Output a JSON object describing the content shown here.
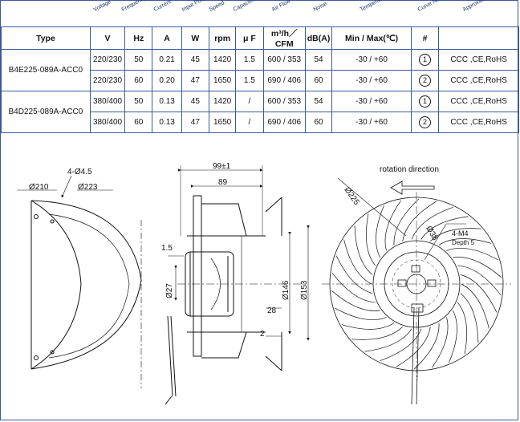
{
  "header": {
    "rotated": [
      "Voltage",
      "Frequency",
      "Current",
      "Input Power",
      "Speed",
      "Capacitor",
      "Air Flow",
      "Noise",
      "Temperature",
      "Curve No.",
      "Approvals"
    ],
    "units": [
      "Type",
      "V",
      "Hz",
      "A",
      "W",
      "rpm",
      "μ F",
      "m³/h／CFM",
      "dB(A)",
      "Min / Max(℃)",
      "#"
    ]
  },
  "rows": [
    {
      "type": "B4E225-089A-ACC0",
      "v": "220/230",
      "hz": "50",
      "a": "0.21",
      "w": "45",
      "rpm": "1420",
      "cap": "1.5",
      "air": "600 / 353",
      "db": "54",
      "temp": "-30 / +60",
      "curve": "1",
      "approvals": "CCC ,CE,RoHS"
    },
    {
      "type": "",
      "v": "220/230",
      "hz": "60",
      "a": "0.20",
      "w": "47",
      "rpm": "1650",
      "cap": "1.5",
      "air": "690 / 406",
      "db": "60",
      "temp": "-30 / +60",
      "curve": "2",
      "approvals": "CCC ,CE,RoHS"
    },
    {
      "type": "B4D225-089A-ACC0",
      "v": "380/400",
      "hz": "50",
      "a": "0.13",
      "w": "45",
      "rpm": "1420",
      "cap": "/",
      "air": "600 / 353",
      "db": "54",
      "temp": "-30 / +60",
      "curve": "1",
      "approvals": "CCC ,CE,RoHS"
    },
    {
      "type": "",
      "v": "380/400",
      "hz": "60",
      "a": "0.13",
      "w": "47",
      "rpm": "1650",
      "cap": "/",
      "air": "690 / 406",
      "db": "60",
      "temp": "-30 / +60",
      "curve": "2",
      "approvals": "CCC ,CE,RoHS"
    }
  ],
  "drawing": {
    "d210": "Ø210",
    "holes": "4-Ø4.5",
    "d223": "Ø223",
    "w99": "99±1",
    "w89": "89",
    "t15": "1.5",
    "d27": "Ø27",
    "d146": "Ø146",
    "d153": "Ø153",
    "l28": "28",
    "l2": "2",
    "rotation": "rotation direction",
    "d225": "Ø225",
    "d38": "Ø38",
    "m4": "4-M4",
    "depth": "Depth 5"
  }
}
